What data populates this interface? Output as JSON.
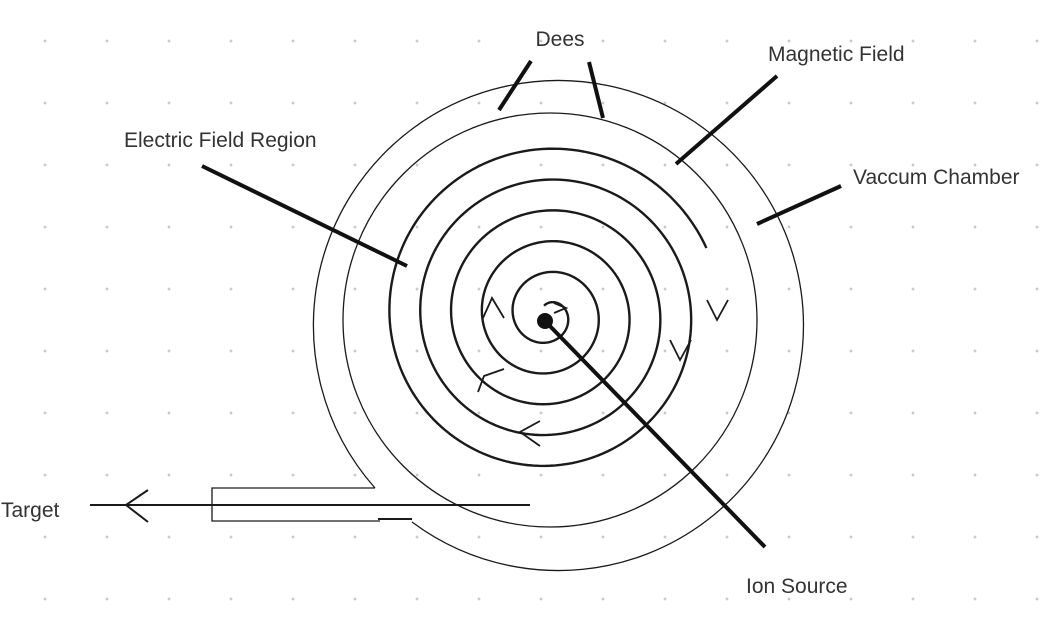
{
  "labels": {
    "dees": "Dees",
    "magnetic_field": "Magnetic Field",
    "electric_field_region": "Electric Field Region",
    "vacuum_chamber": "Vaccum Chamber",
    "target": "Target",
    "ion_source": "Ion Source"
  },
  "colors": {
    "line": "#1a1a1a",
    "text": "#333333",
    "grid_dot": "#c9c9c9",
    "background": "#ffffff"
  }
}
